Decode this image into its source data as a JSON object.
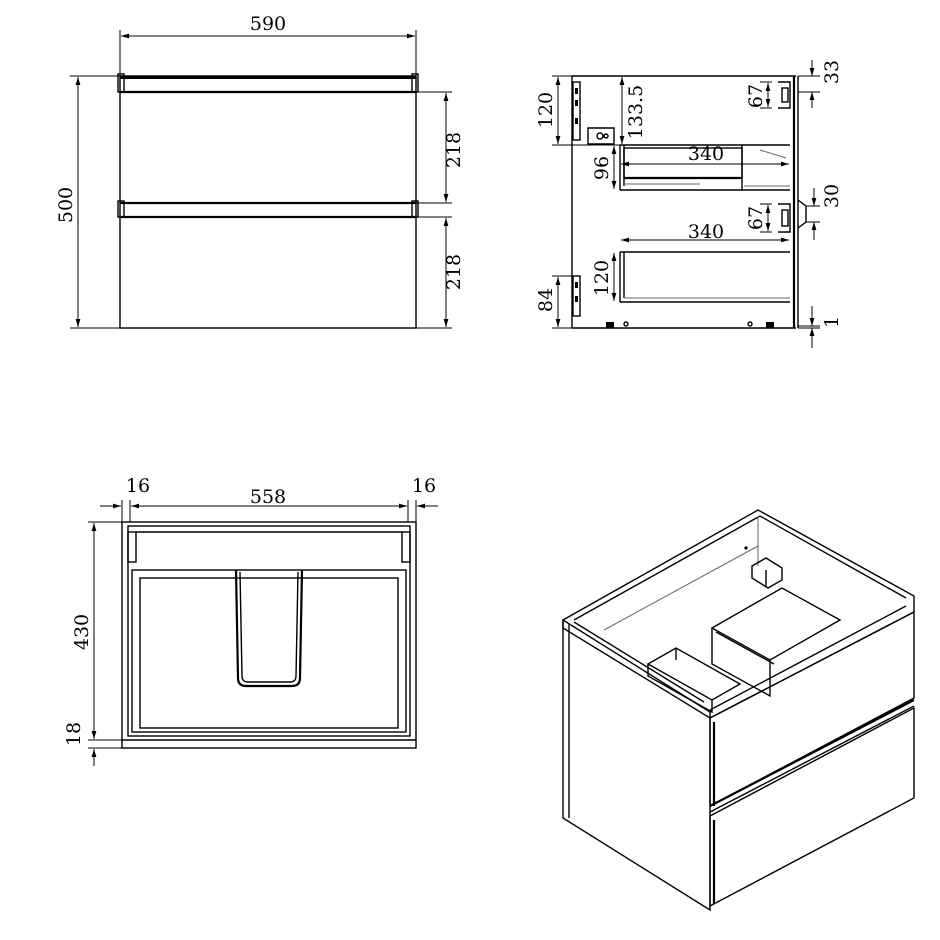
{
  "front_view": {
    "width_label": "590",
    "height_label": "500",
    "drawer_top_label": "218",
    "drawer_bottom_label": "218"
  },
  "side_view": {
    "top_gap_label": "120",
    "rail_offset_label": "133.5",
    "top_edge_label": "33",
    "upper_bracket_label": "67",
    "upper_drawer_height_label": "96",
    "upper_drawer_depth_label": "340",
    "middle_gap_label": "30",
    "lower_bracket_label": "67",
    "lower_drawer_depth_label": "340",
    "lower_drawer_height_label": "120",
    "base_gap_label": "84",
    "bottom_edge_label": "1"
  },
  "top_view": {
    "left_panel_label": "16",
    "inner_width_label": "558",
    "right_panel_label": "16",
    "depth_label": "430",
    "base_label": "18"
  },
  "iso_view": {}
}
